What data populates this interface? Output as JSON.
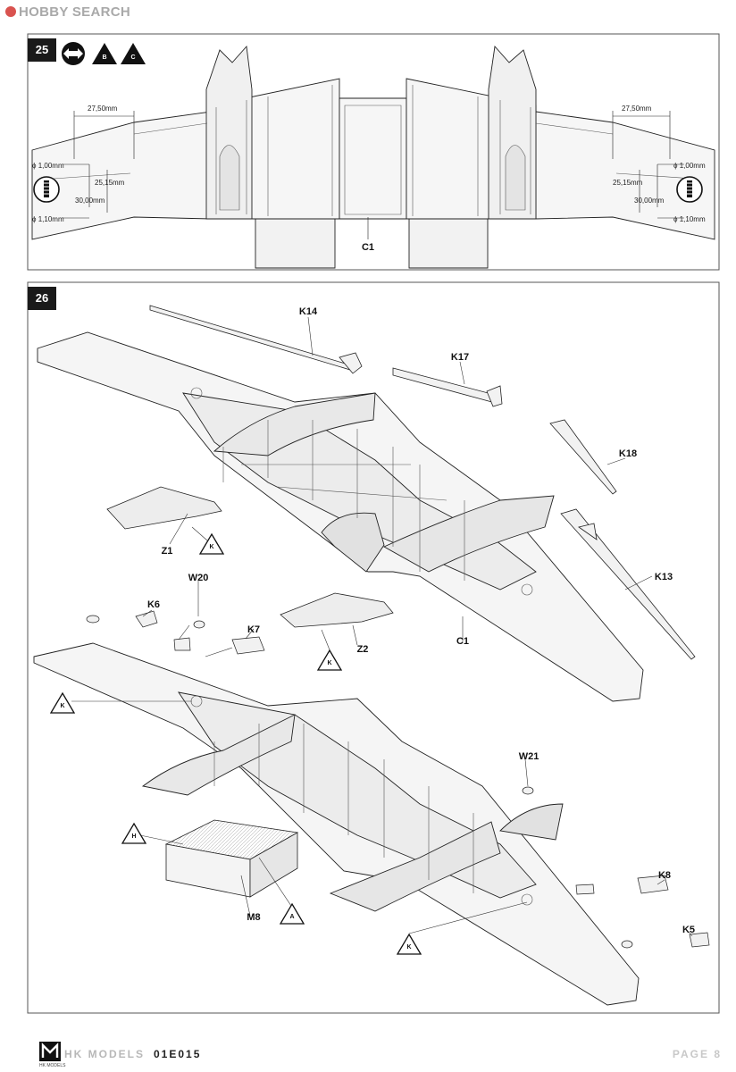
{
  "watermark": {
    "text": "HOBBY SEARCH"
  },
  "step25": {
    "number": "25",
    "badges": [
      "B",
      "C"
    ],
    "part_label": "C1",
    "dims_left": {
      "width": "27,50mm",
      "hole_top": "ϕ 1,00mm",
      "hole_bottom": "ϕ 1,10mm",
      "depth_a": "25,15mm",
      "depth_b": "30,00mm"
    },
    "dims_right": {
      "width": "27,50mm",
      "hole_top": "ϕ 1,00mm",
      "hole_bottom": "ϕ 1,10mm",
      "depth_a": "25,15mm",
      "depth_b": "30,00mm"
    }
  },
  "step26": {
    "number": "26",
    "parts": {
      "k14": "K14",
      "k17": "K17",
      "k18": "K18",
      "k13": "K13",
      "c1": "C1",
      "z1": "Z1",
      "z2": "Z2",
      "w20": "W20",
      "k6": "K6",
      "k7": "K7",
      "w21": "W21",
      "k8": "K8",
      "k5": "K5",
      "m8": "M8"
    },
    "callouts": {
      "k_a": "K",
      "k_b": "K",
      "k_c": "K",
      "k_d": "K",
      "h": "H",
      "a": "A"
    }
  },
  "footer": {
    "brand": "HK MODELS",
    "code": "01E015",
    "page": "PAGE 8",
    "logo_sub": "HK MODELS"
  }
}
